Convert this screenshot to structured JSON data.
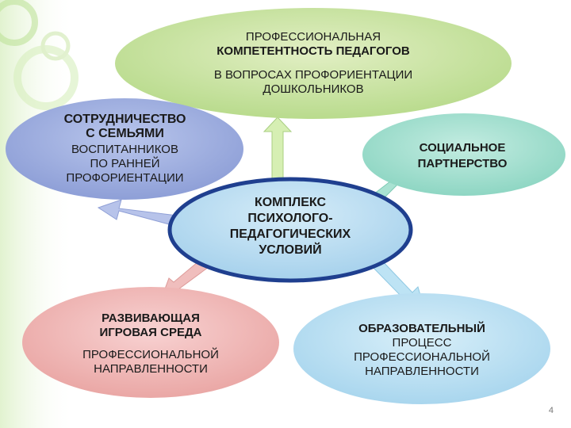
{
  "slide": {
    "page_number": "4",
    "top": {
      "line1": "ПРОФЕССИОНАЛЬНАЯ",
      "line2": "КОМПЕТЕНТНОСТЬ ПЕДАГОГОВ",
      "line3": "В ВОПРОСАХ ПРОФОРИЕНТАЦИИ",
      "line4": "ДОШКОЛЬНИКОВ"
    },
    "left": {
      "line1": "СОТРУДНИЧЕСТВО",
      "line2": "С СЕМЬЯМИ",
      "line3": "ВОСПИТАННИКОВ",
      "line4": "ПО РАННЕЙ",
      "line5": "ПРОФОРИЕНТАЦИИ"
    },
    "right": {
      "line1": "СОЦИАЛЬНОЕ",
      "line2": "ПАРТНЕРСТВО"
    },
    "center": {
      "line1": "КОМПЛЕКС",
      "line2": "ПСИХОЛОГО-",
      "line3": "ПЕДАГОГИЧЕСКИХ",
      "line4": "УСЛОВИЙ"
    },
    "bottom_left": {
      "line1": "РАЗВИВАЮЩАЯ",
      "line2": "ИГРОВАЯ СРЕДА",
      "line3": "ПРОФЕССИОНАЛЬНОЙ",
      "line4": "НАПРАВЛЕННОСТИ"
    },
    "bottom_right": {
      "line1": "ОБРАЗОВАТЕЛЬНЫЙ",
      "line2": "ПРОЦЕСС",
      "line3": "ПРОФЕССИОНАЛЬНОЙ",
      "line4": "НАПРАВЛЕННОСТИ"
    }
  }
}
